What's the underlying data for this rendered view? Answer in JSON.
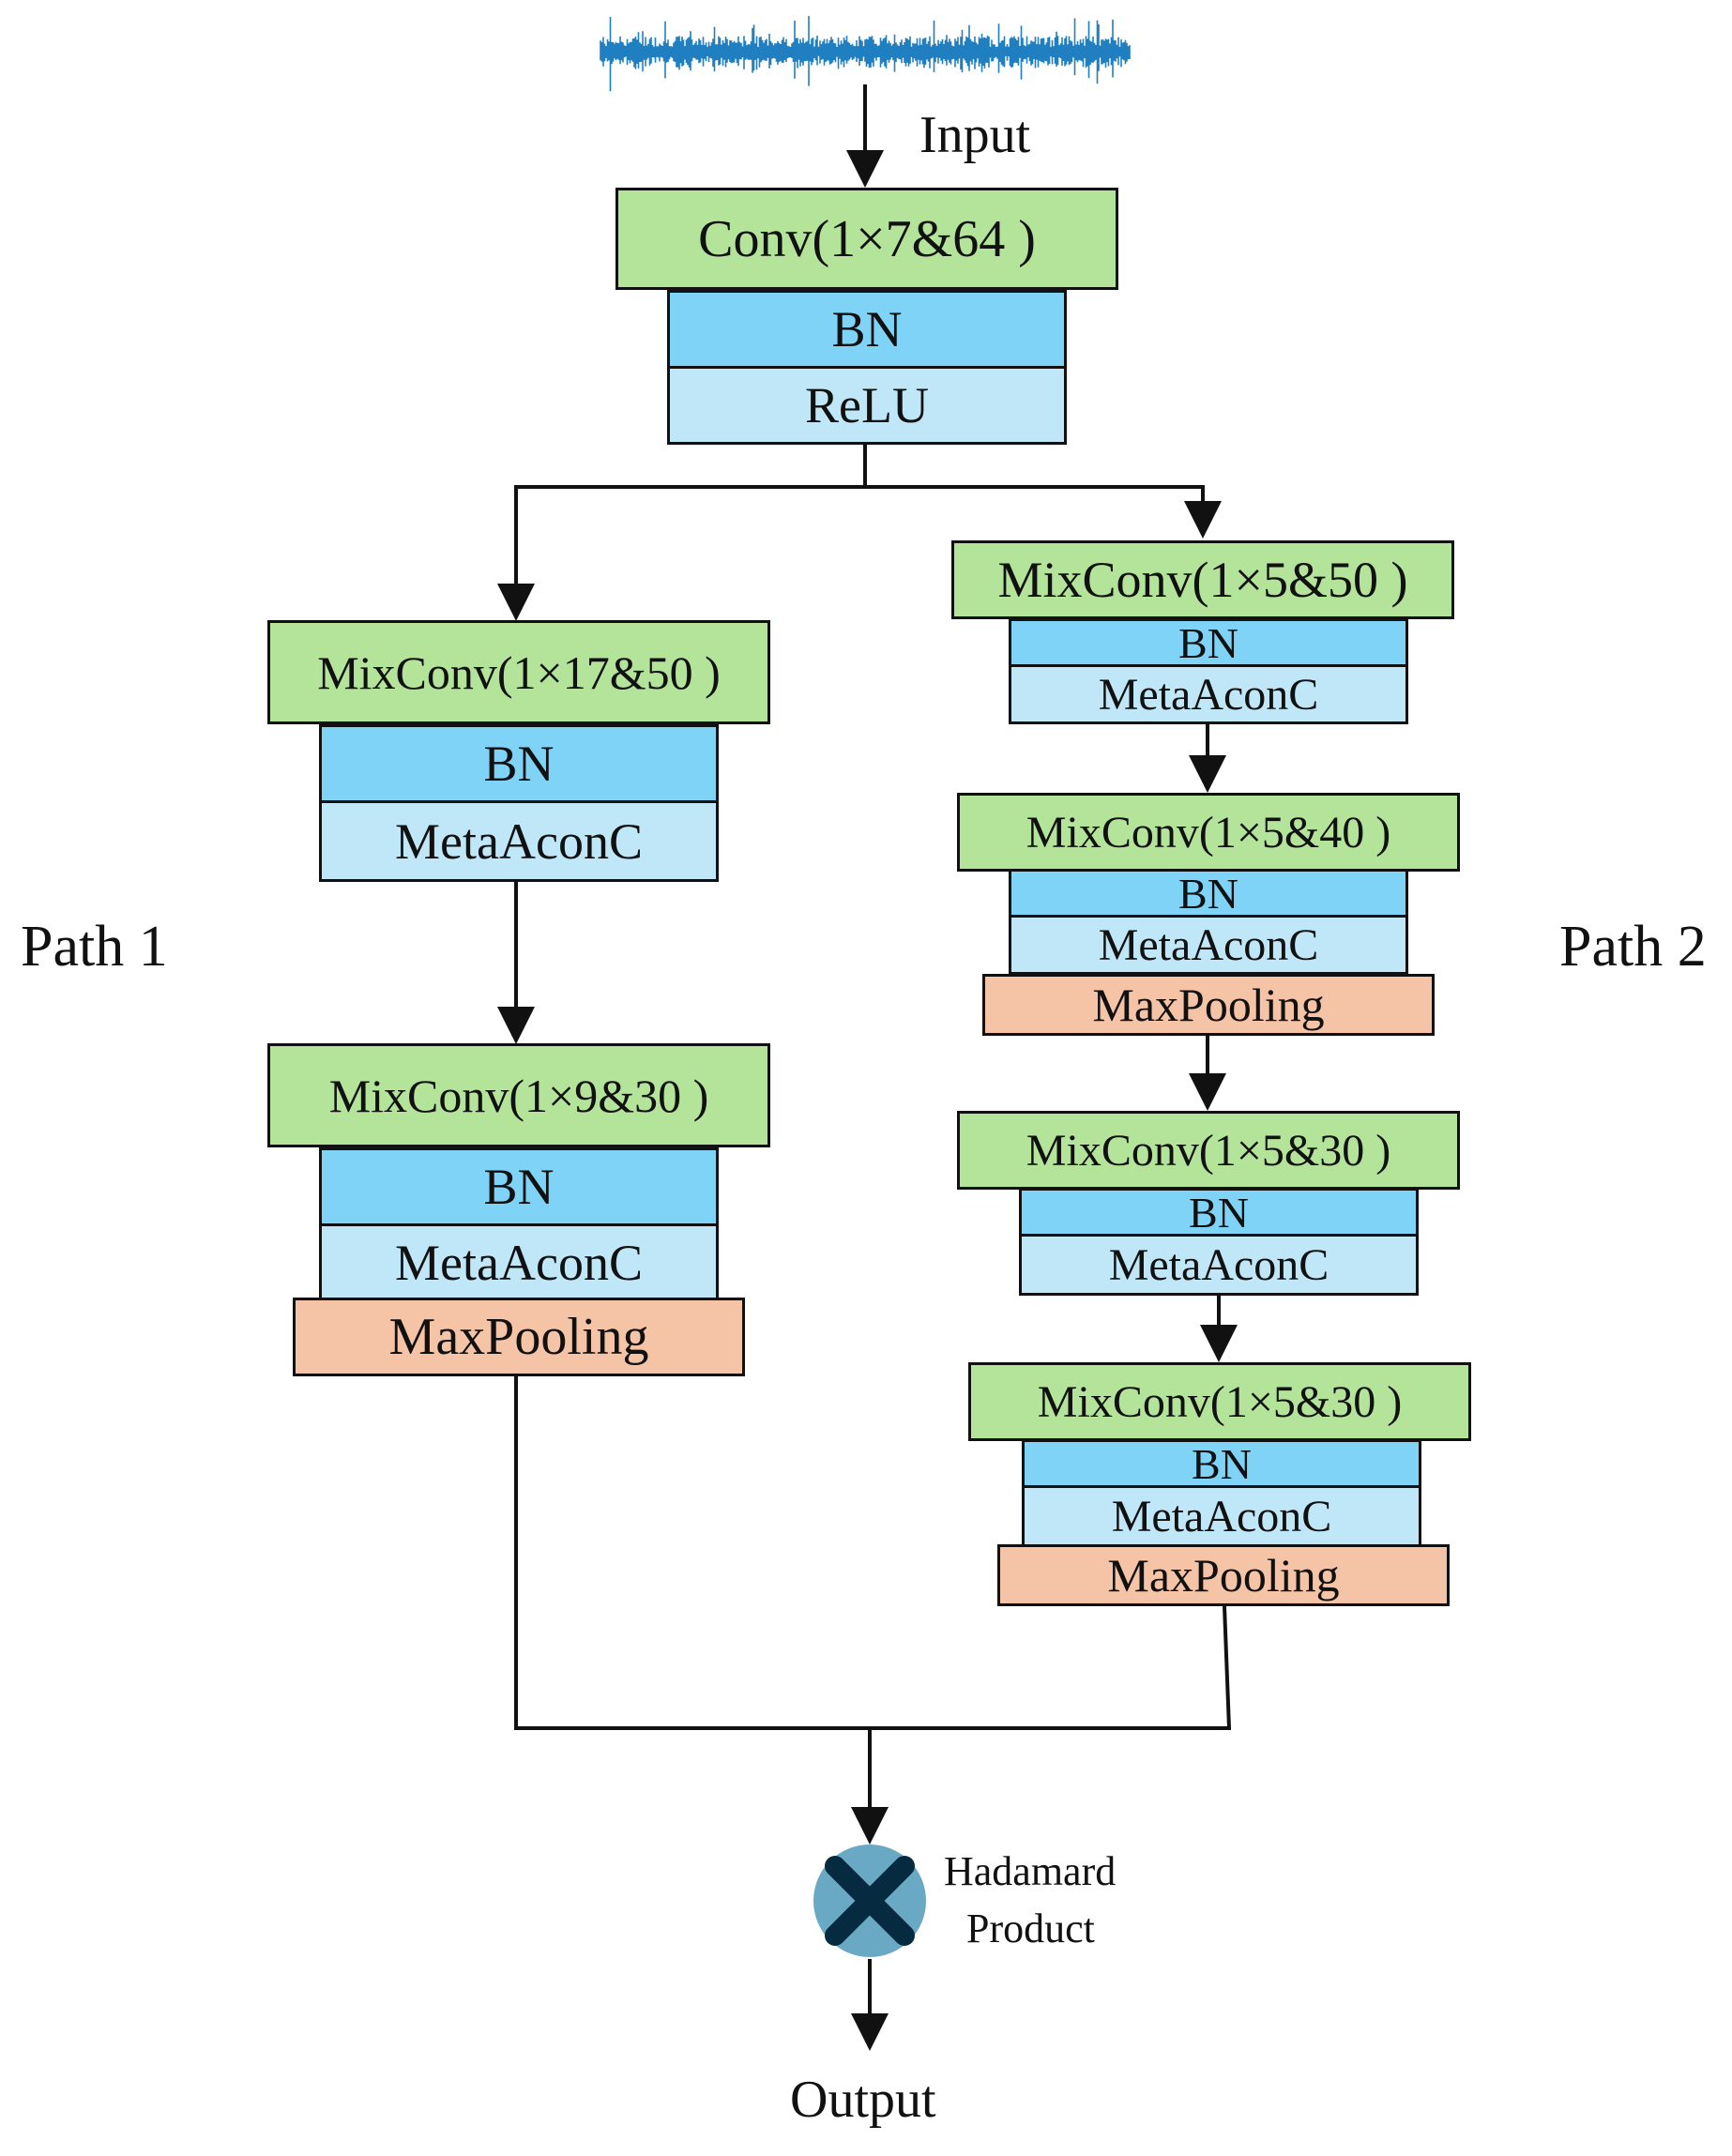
{
  "colors": {
    "conv": "#b3e49a",
    "bn": "#7fd3f6",
    "activation": "#c0e7f8",
    "pooling": "#f5c4a7",
    "signal": "#1f7fc1",
    "hadamard_circle": "#6aa9c4",
    "hadamard_cross": "#062a3f",
    "line": "#111111"
  },
  "labels": {
    "input": "Input",
    "output": "Output",
    "path1": "Path 1",
    "path2": "Path 2",
    "hadamard_line1": "Hadamard",
    "hadamard_line2": "Product"
  },
  "stem": {
    "conv": "Conv(1×7&64 )",
    "bn": "BN",
    "act": "ReLU"
  },
  "path1": [
    {
      "conv": "MixConv(1×17&50 )",
      "bn": "BN",
      "act": "MetaAconC"
    },
    {
      "conv": "MixConv(1×9&30 )",
      "bn": "BN",
      "act": "MetaAconC",
      "pool": "MaxPooling"
    }
  ],
  "path2": [
    {
      "conv": "MixConv(1×5&50 )",
      "bn": "BN",
      "act": "MetaAconC"
    },
    {
      "conv": "MixConv(1×5&40 )",
      "bn": "BN",
      "act": "MetaAconC",
      "pool": "MaxPooling"
    },
    {
      "conv": "MixConv(1×5&30 )",
      "bn": "BN",
      "act": "MetaAconC"
    },
    {
      "conv": "MixConv(1×5&30 )",
      "bn": "BN",
      "act": "MetaAconC",
      "pool": "MaxPooling"
    }
  ]
}
